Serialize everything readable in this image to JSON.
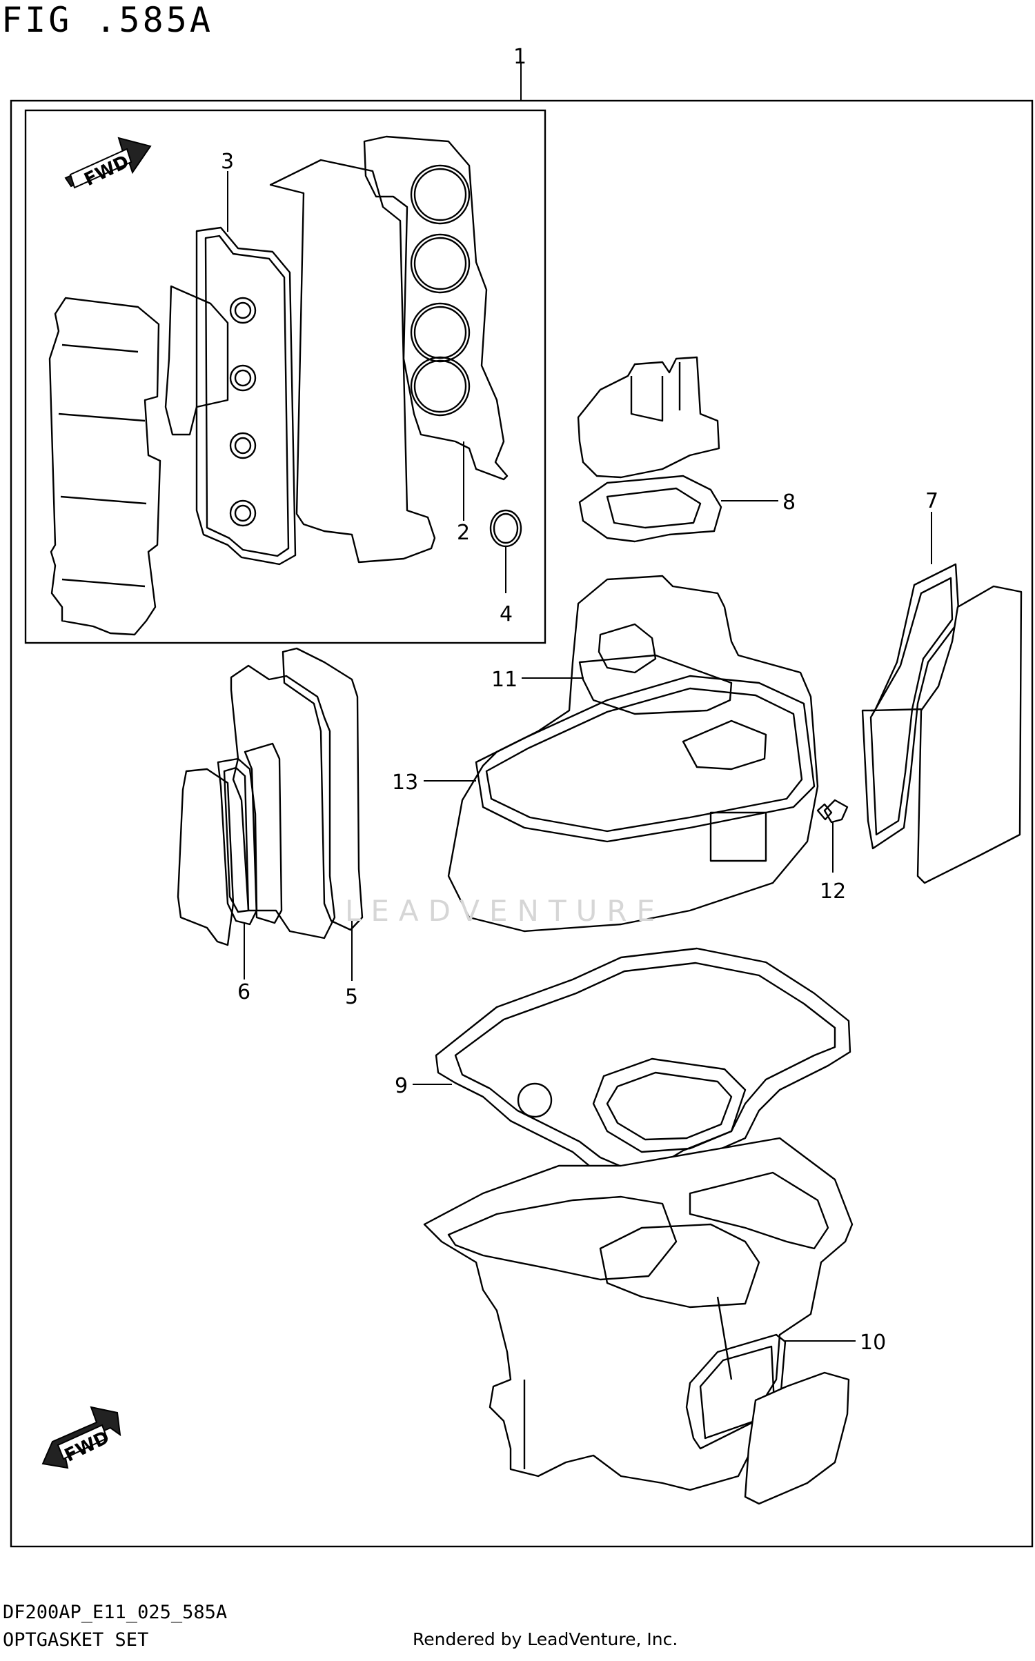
{
  "figure": {
    "title": "FIG .585A"
  },
  "footer": {
    "code": "DF200AP_E11_025_585A",
    "name": "OPTGASKET SET",
    "credit": "Rendered by LeadVenture, Inc."
  },
  "watermark": "LEADVENTURE",
  "arrows": {
    "top": "FWD",
    "bottom": "FWD"
  },
  "callouts": [
    "1",
    "2",
    "3",
    "4",
    "5",
    "6",
    "7",
    "8",
    "9",
    "10",
    "11",
    "12",
    "13"
  ]
}
